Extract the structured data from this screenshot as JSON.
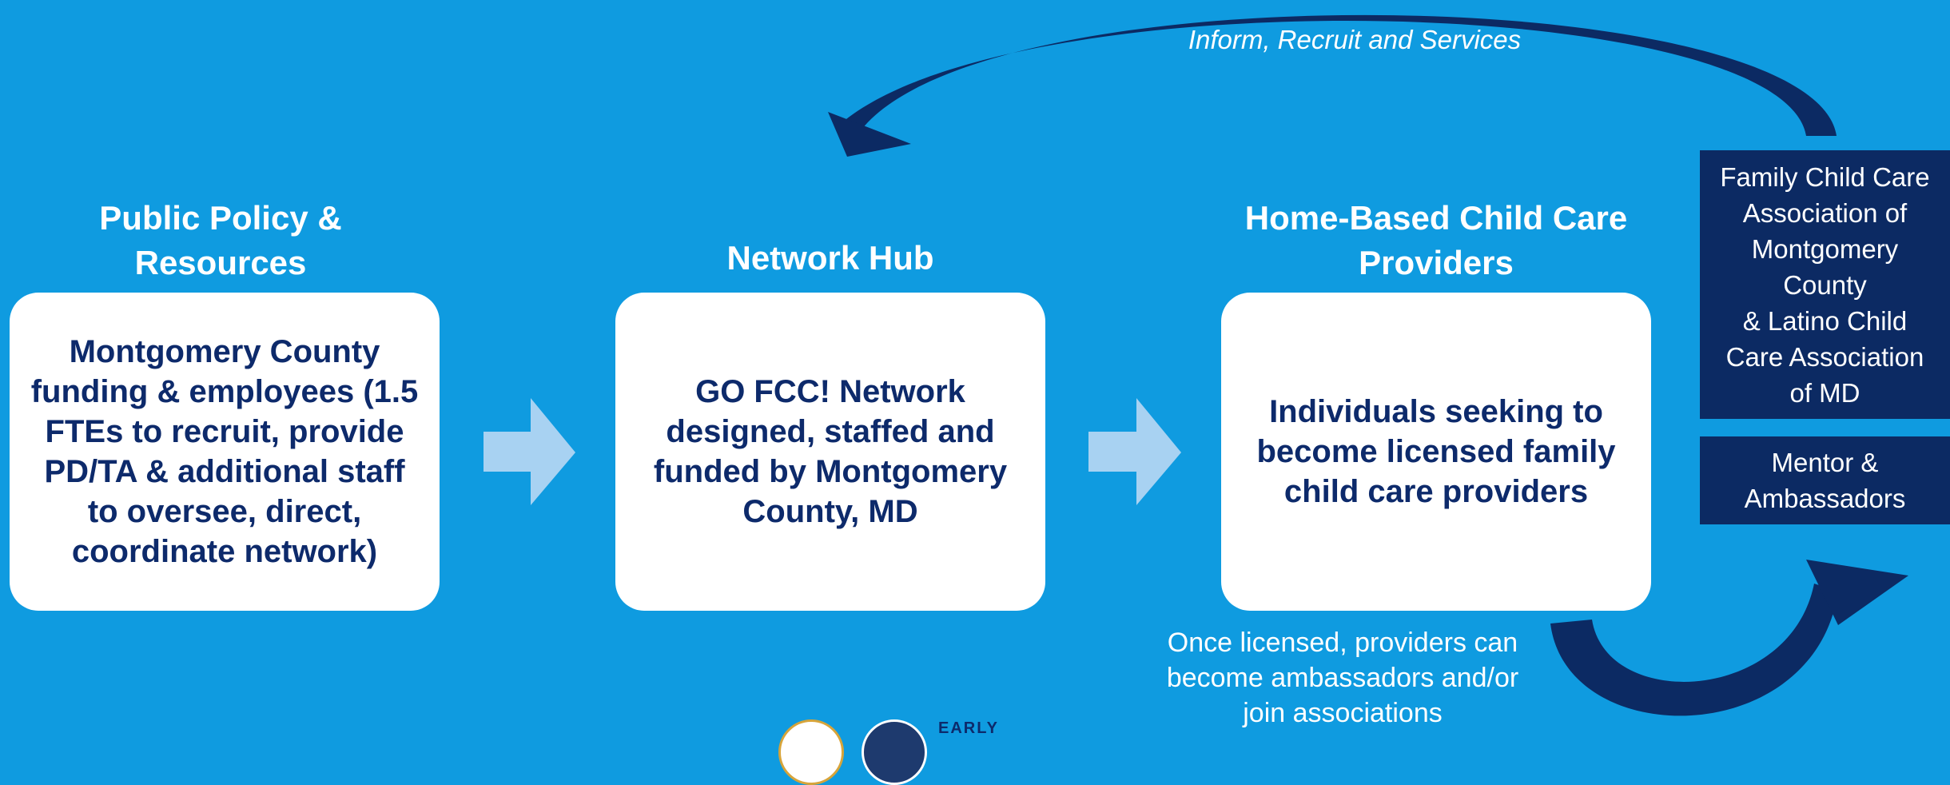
{
  "colors": {
    "background": "#0f9be0",
    "navy": "#0c2a63",
    "card_text": "#0d2a6b",
    "light_arrow": "#a8d2f2",
    "white": "#ffffff"
  },
  "arc_label": "Inform, Recruit and Services",
  "columns": [
    {
      "header": "Public Policy &\nResources",
      "body": "Montgomery County funding & employees (1.5 FTEs to recruit, provide PD/TA & additional staff to oversee, direct, coordinate network)"
    },
    {
      "header": "Network Hub",
      "body": "GO FCC! Network designed, staffed and funded by Montgomery County, MD"
    },
    {
      "header": "Home-Based Child Care\nProviders",
      "body": "Individuals seeking to become licensed family child care providers"
    }
  ],
  "side_boxes": [
    {
      "text": "Family Child Care\nAssociation of\nMontgomery\nCounty\n& Latino Child\nCare Association\nof MD"
    },
    {
      "text": "Mentor &\nAmbassadors"
    }
  ],
  "bottom_note": "Once licensed, providers can\nbecome ambassadors and/or\njoin associations",
  "logos": {
    "early_text": "EARLY",
    "seal_icon": "county-seal-icon",
    "badge_icon": "grow-match-badge-icon"
  }
}
